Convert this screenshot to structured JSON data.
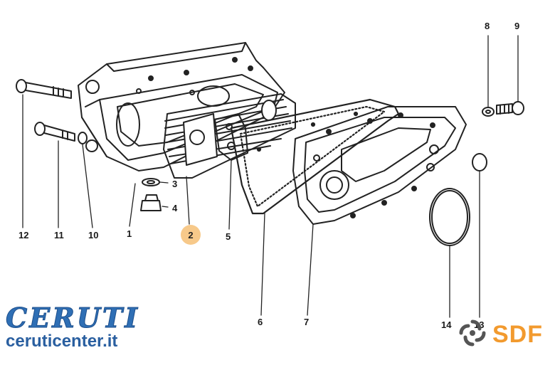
{
  "callouts": {
    "n1": "1",
    "n2": "2",
    "n3": "3",
    "n4": "4",
    "n5": "5",
    "n6": "6",
    "n7": "7",
    "n8": "8",
    "n9": "9",
    "n10": "10",
    "n11": "11",
    "n12": "12",
    "n13": "13",
    "n14": "14"
  },
  "highlighted_callout": "2",
  "highlight_color": "#f7c98a",
  "brand": {
    "name": "CERUTI",
    "site": "ceruticenter.it",
    "color": "#2f6fb5"
  },
  "sdf": {
    "text": "SDF",
    "color": "#f29a2e",
    "icon": "sdf-swirl-icon"
  }
}
